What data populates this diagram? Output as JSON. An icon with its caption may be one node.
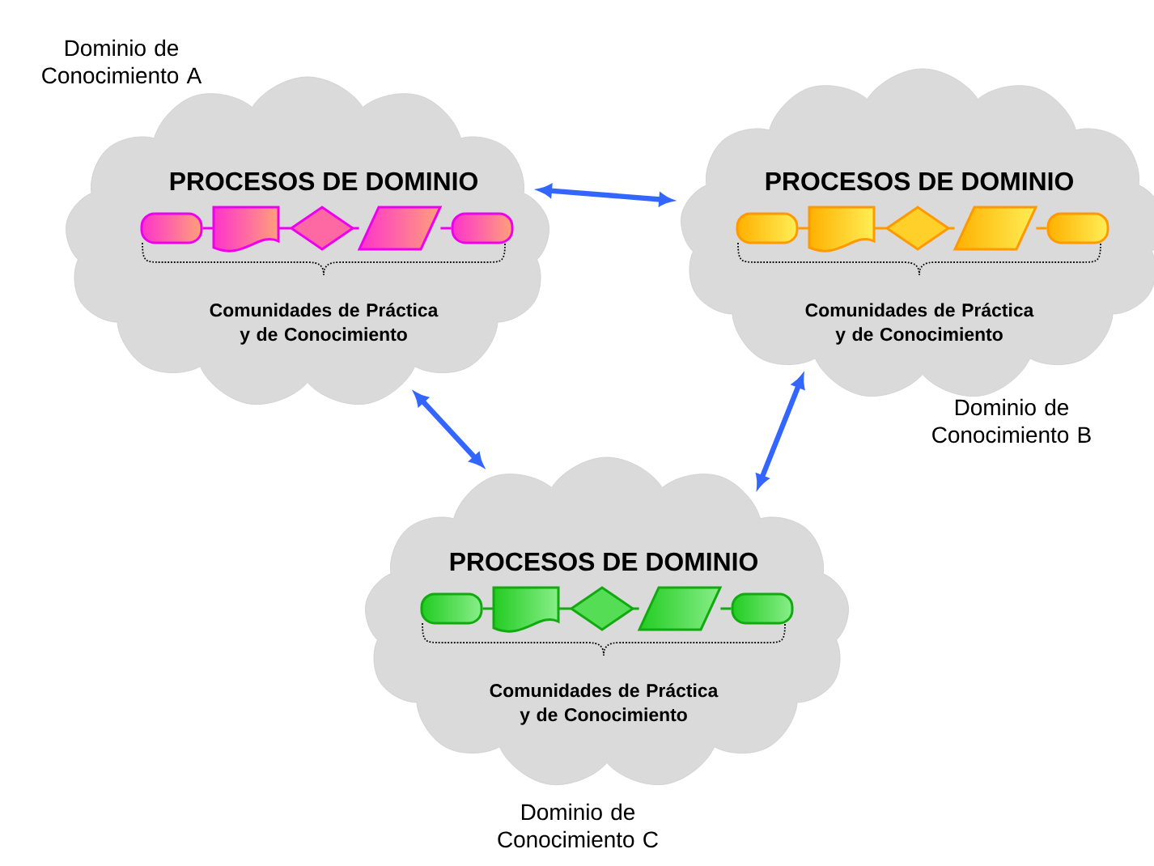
{
  "diagram": {
    "nodes": [
      {
        "text": [
          "PROCESOS DE DOMINIO",
          "Comunidades de Práctica y de Conocimiento"
        ],
        "beside": [
          "Dominio de Conocimiento A"
        ]
      },
      {
        "text": [],
        "shape": "terminator",
        "in": 0
      },
      {
        "text": [],
        "shape": "document",
        "in": 0
      },
      {
        "text": [],
        "shape": "diamond",
        "in": 0
      },
      {
        "text": [],
        "shape": "parallelogram",
        "in": 0
      },
      {
        "text": [],
        "shape": "terminator",
        "in": 0
      },
      {
        "text": [
          "PROCESOS DE DOMINIO",
          "Comunidades de Práctica y de Conocimiento"
        ],
        "beside": [
          "Dominio de Conocimiento B"
        ]
      },
      {
        "text": [],
        "shape": "terminator",
        "in": 6
      },
      {
        "text": [],
        "shape": "document",
        "in": 6
      },
      {
        "text": [],
        "shape": "diamond",
        "in": 6
      },
      {
        "text": [],
        "shape": "parallelogram",
        "in": 6
      },
      {
        "text": [],
        "shape": "terminator",
        "in": 6
      },
      {
        "text": [
          "PROCESOS DE DOMINIO",
          "Comunidades de Práctica y de Conocimiento"
        ],
        "beside": [
          "Dominio de Conocimiento C"
        ]
      },
      {
        "text": [],
        "shape": "terminator",
        "in": 12
      },
      {
        "text": [],
        "shape": "document",
        "in": 12
      },
      {
        "text": [],
        "shape": "diamond",
        "in": 12
      },
      {
        "text": [],
        "shape": "parallelogram",
        "in": 12
      },
      {
        "text": [],
        "shape": "terminator",
        "in": 12
      }
    ],
    "edges": [
      {
        "from": 1,
        "to": 2,
        "arrow": "none",
        "color": "#ee00ee"
      },
      {
        "from": 2,
        "to": 3,
        "arrow": "none",
        "color": "#ee00ee"
      },
      {
        "from": 3,
        "to": 4,
        "arrow": "none",
        "color": "#ee00ee"
      },
      {
        "from": 4,
        "to": 5,
        "arrow": "none",
        "color": "#ee00ee"
      },
      {
        "from": 7,
        "to": 8,
        "arrow": "none",
        "color": "#ff9900"
      },
      {
        "from": 8,
        "to": 9,
        "arrow": "none",
        "color": "#ff9900"
      },
      {
        "from": 9,
        "to": 10,
        "arrow": "none",
        "color": "#ff9900"
      },
      {
        "from": 10,
        "to": 11,
        "arrow": "none",
        "color": "#ff9900"
      },
      {
        "from": 13,
        "to": 14,
        "arrow": "none",
        "color": "#11aa11"
      },
      {
        "from": 14,
        "to": 15,
        "arrow": "none",
        "color": "#11aa11"
      },
      {
        "from": 15,
        "to": 16,
        "arrow": "none",
        "color": "#11aa11"
      },
      {
        "from": 16,
        "to": 17,
        "arrow": "none",
        "color": "#11aa11"
      },
      {
        "from": 0,
        "to": 6,
        "arrow": "both",
        "style": "thick",
        "color": "#3366ff"
      },
      {
        "from": 0,
        "to": 12,
        "arrow": "both",
        "style": "thick",
        "color": "#3366ff"
      },
      {
        "from": 12,
        "to": 6,
        "arrow": "both",
        "style": "thick",
        "color": "#3366ff"
      }
    ]
  }
}
